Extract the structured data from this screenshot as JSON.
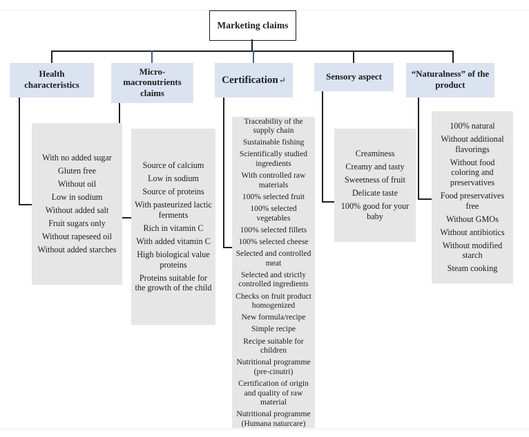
{
  "diagram": {
    "root": {
      "label": "Marketing claims"
    },
    "branches": [
      {
        "id": "health",
        "title": "Health characteristics",
        "items": [
          "With no added sugar",
          "Gluten free",
          "Without oil",
          "Low in sodium",
          "Without added salt",
          "Fruit sugars only",
          "Without rapeseed oil",
          "Without added starches"
        ]
      },
      {
        "id": "micro-macronutrients",
        "title": "Micro-macronutrients claims",
        "items": [
          "Source of calcium",
          "Low in sodium",
          "Source of proteins",
          "With pasteurized lactic ferments",
          "Rich in vitamin C",
          "With added vitamin C",
          "High biological value proteins",
          "Proteins suitable for the growth of the child"
        ]
      },
      {
        "id": "certification",
        "title": "Certification",
        "title_suffix": "↵",
        "items": [
          "Traceability of the supply chain",
          "Sustainable fishing",
          "Scientifically studied ingredients",
          "With controlled raw materials",
          "100% selected fruit",
          "100% selected vegetables",
          "100% selected fillets",
          "100% selected cheese",
          "Selected and controlled meat",
          "Selected and strictly controlled ingredients",
          "Checks on fruit product homogenized",
          "New formula/recipe",
          "Simple recipe",
          "Recipe suitable for children",
          "Nutritional programme (pre-cinutri)",
          "Certification of origin and quality of raw material",
          "Nutritional programme (Humana naturcare)"
        ]
      },
      {
        "id": "sensory",
        "title": "Sensory aspect",
        "items": [
          "Creaminess",
          "Creamy and tasty",
          "Sweetness of fruit",
          "Delicate taste",
          "100% good for your baby"
        ]
      },
      {
        "id": "naturalness",
        "title": "“Naturalness” of the product",
        "items": [
          "100% natural",
          "Without additional flavorings",
          "Without food coloring and preservatives",
          "Food preservatives free",
          "Without GMOs",
          "Without antibiotics",
          "Without modified starch",
          "Steam cooking"
        ]
      }
    ],
    "colors": {
      "category_fill": "#dbe3f1",
      "items_fill": "#e6e6e6",
      "line": "#1b2027",
      "line_accent": "#3f5d8f",
      "root_border": "#14181d"
    }
  }
}
